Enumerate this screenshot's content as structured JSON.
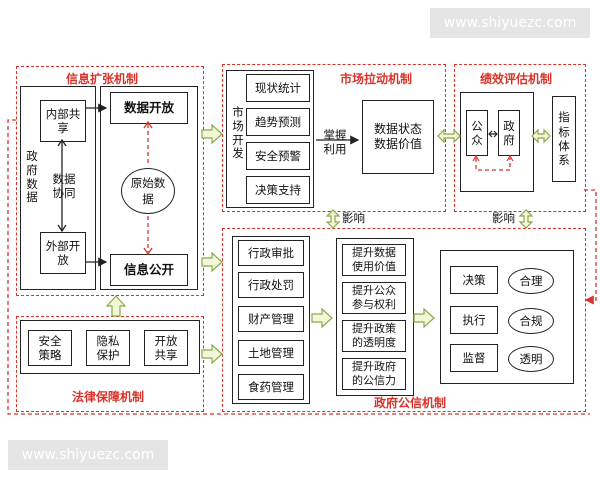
{
  "watermark": "www.shiyuezc.com",
  "info_expansion": {
    "title": "信息扩张机制",
    "side_label": "政府数据",
    "internal_share": "内部共享",
    "data_collab": "数据协同",
    "external_open": "外部开放",
    "data_open": "数据开放",
    "raw_data": "原始数据",
    "info_public": "信息公开"
  },
  "market_pull": {
    "title": "市场拉动机制",
    "side_label": "市场开发",
    "items": [
      "现状统计",
      "趋势预测",
      "安全预警",
      "决策支持"
    ],
    "grasp": "掌握利用",
    "data_status": "数据状态数据价值"
  },
  "performance": {
    "title": "绩效评估机制",
    "public": "公众",
    "government": "政府",
    "index": "指标体系"
  },
  "influence_left": "影响",
  "influence_right": "影响",
  "credibility": {
    "title": "政府公信机制",
    "items": [
      "行政审批",
      "行政处罚",
      "财产管理",
      "土地管理",
      "食药管理"
    ],
    "improve": [
      "提升数据使用价值",
      "提升公众参与权利",
      "提升政策的透明度",
      "提升政府的公信力"
    ],
    "decision": "决策",
    "execute": "执行",
    "supervise": "监督",
    "reasonable": "合理",
    "compliant": "合规",
    "transparent": "透明"
  },
  "legal": {
    "title": "法律保障机制",
    "items": [
      "安全策略",
      "隐私保护",
      "开放共享"
    ]
  },
  "colors": {
    "accent": "#d9342b",
    "arrow_fill": "#f1f8d8",
    "arrow_stroke": "#8aa84a"
  }
}
